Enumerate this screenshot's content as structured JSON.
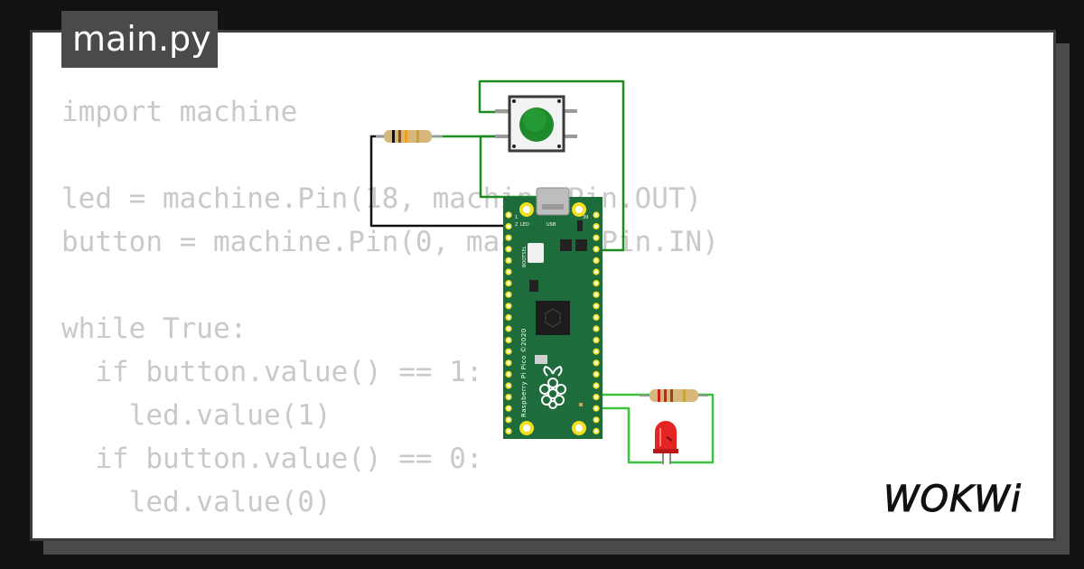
{
  "file_tab": {
    "label": "main.py"
  },
  "code": {
    "lines": [
      "import machine",
      "",
      "led = machine.Pin(18, machine.Pin.OUT)",
      "button = machine.Pin(0, machine.Pin.IN)",
      "",
      "while True:",
      "  if button.value() == 1:",
      "    led.value(1)",
      "  if button.value() == 0:",
      "    led.value(0)"
    ]
  },
  "board": {
    "silk_title": "Raspberry Pi Pico ©2020",
    "silk_bootsel": "BOOTSEL",
    "silk_led": "LED",
    "silk_usb": "USB",
    "silk_pin1": "1",
    "silk_pin2": "2",
    "silk_pin39": "39"
  },
  "brand": {
    "logo_text": "WOKWi"
  },
  "colors": {
    "wire_green": "#1e8c1e",
    "wire_light_green": "#3cc33c",
    "wire_black": "#111111",
    "board_green": "#1e6b3c",
    "button_green": "#1f8a2c",
    "led_red": "#e52424",
    "code_text": "#c9c9c9",
    "tab_bg": "#4a4a4a"
  }
}
